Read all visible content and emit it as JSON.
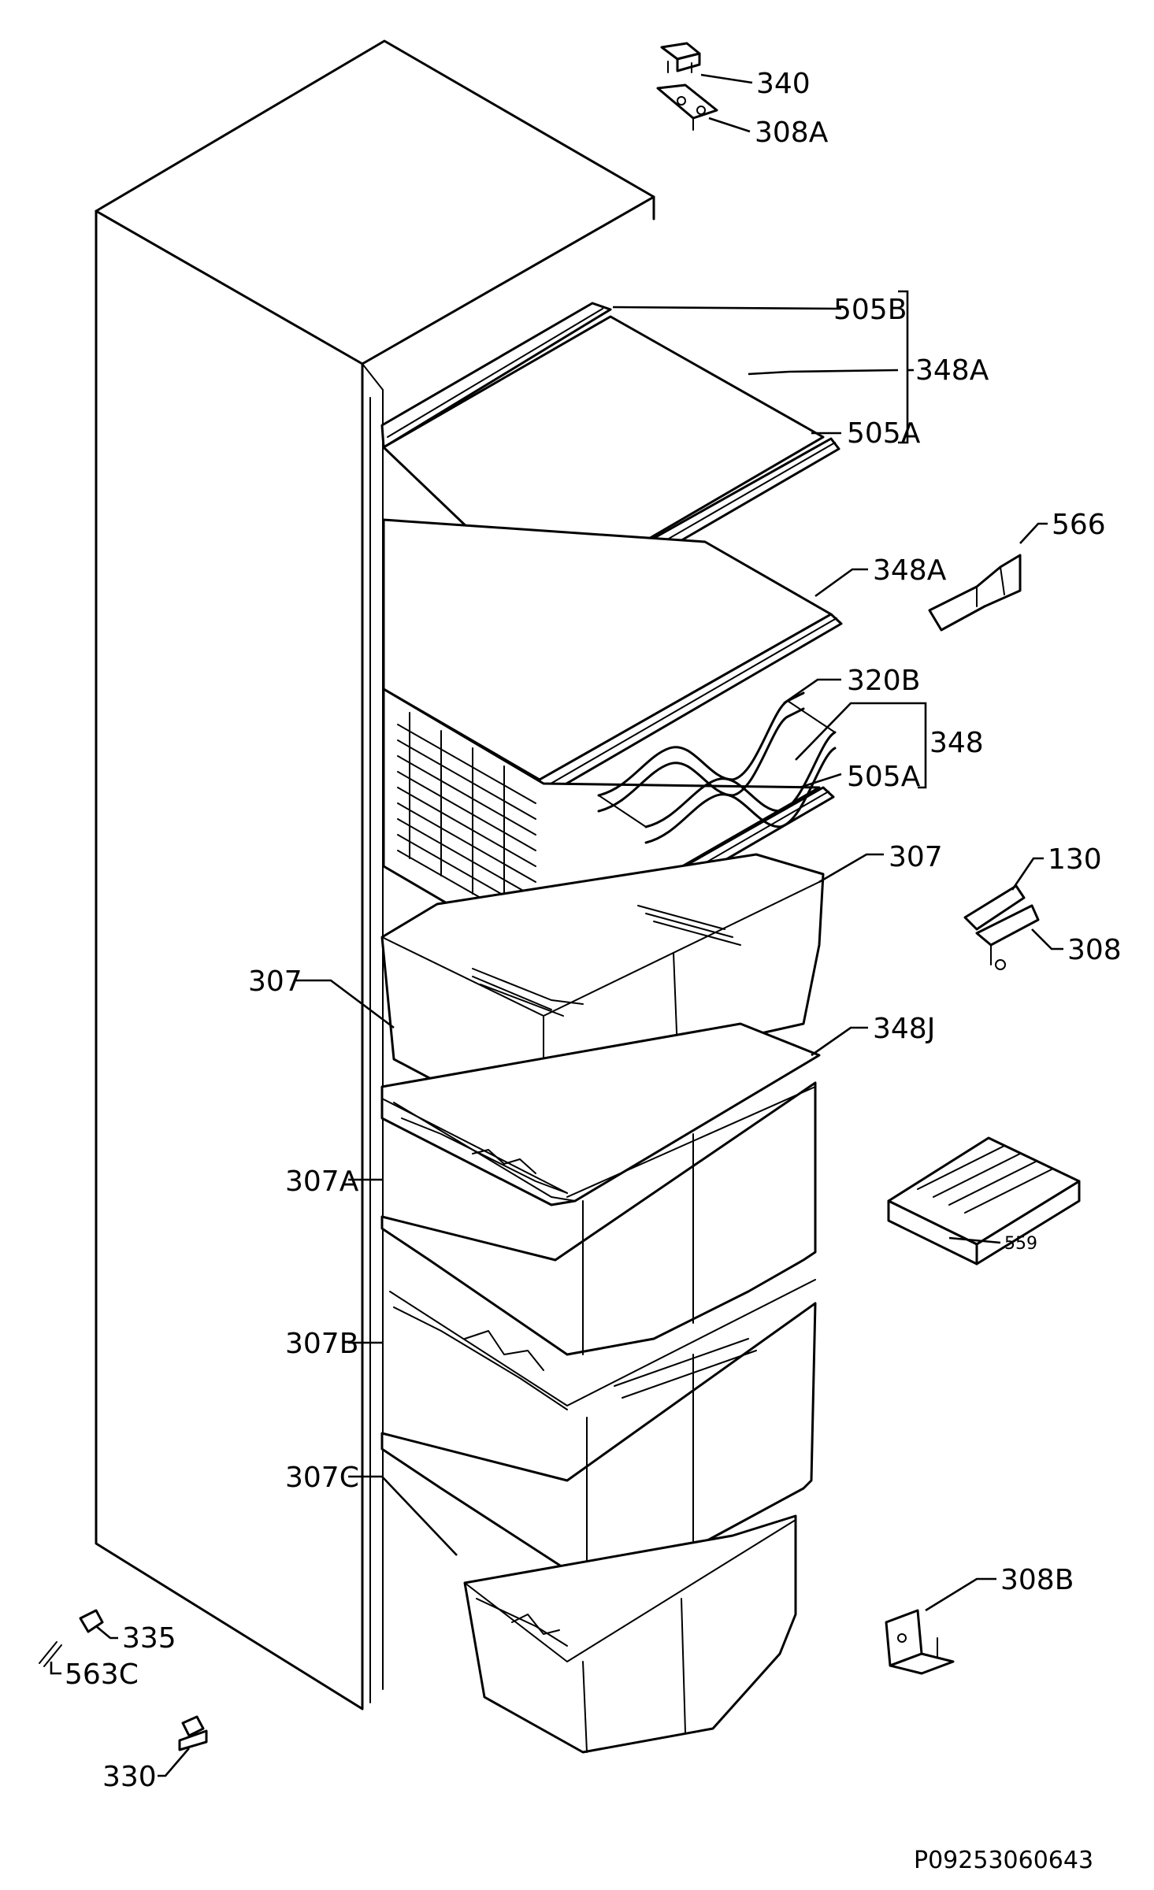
{
  "labels": {
    "p340": "340",
    "p308A": "308A",
    "p505B": "505B",
    "p348A_top": "348A",
    "p505A_top": "505A",
    "p566": "566",
    "p348A_mid": "348A",
    "p320B": "320B",
    "p348": "348",
    "p505A_mid": "505A",
    "p307_right": "307",
    "p130": "130",
    "p308": "308",
    "p307_left": "307",
    "p348J": "348J",
    "p307A": "307A",
    "p559": "559",
    "p307B": "307B",
    "p307C": "307C",
    "p308B": "308B",
    "p335": "335",
    "p563C": "563C",
    "p330": "330"
  },
  "reference": "P09253060643"
}
